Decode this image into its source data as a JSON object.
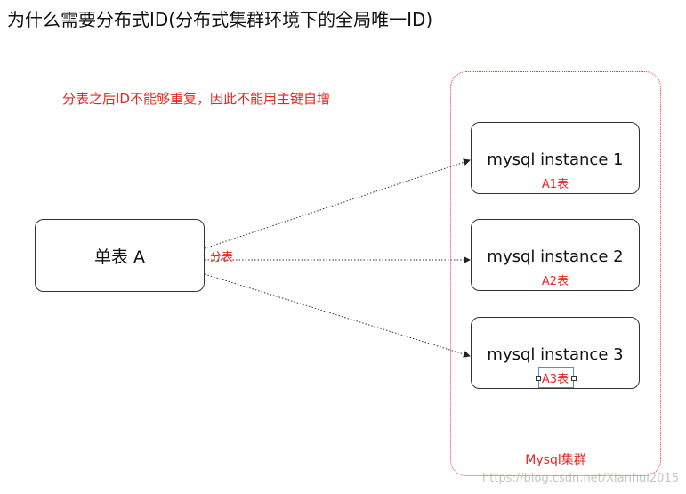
{
  "title": "为什么需要分布式ID(分布式集群环境下的全局唯一ID)",
  "note": "分表之后ID不能够重复，因此不能用主键自增",
  "source_table": {
    "label": "单表 A"
  },
  "edge_label": "分表",
  "cluster": {
    "label": "Mysql集群",
    "instances": [
      {
        "name": "mysql instance 1",
        "table": "A1表"
      },
      {
        "name": "mysql instance 2",
        "table": "A2表"
      },
      {
        "name": "mysql instance 3",
        "table": "A3表"
      }
    ]
  },
  "watermark": "https://blog.csdn.net/Xianhui2015",
  "colors": {
    "accent_red": "#e8261f",
    "cluster_border": "#f03a3a",
    "selection": "#4d8fe0"
  }
}
